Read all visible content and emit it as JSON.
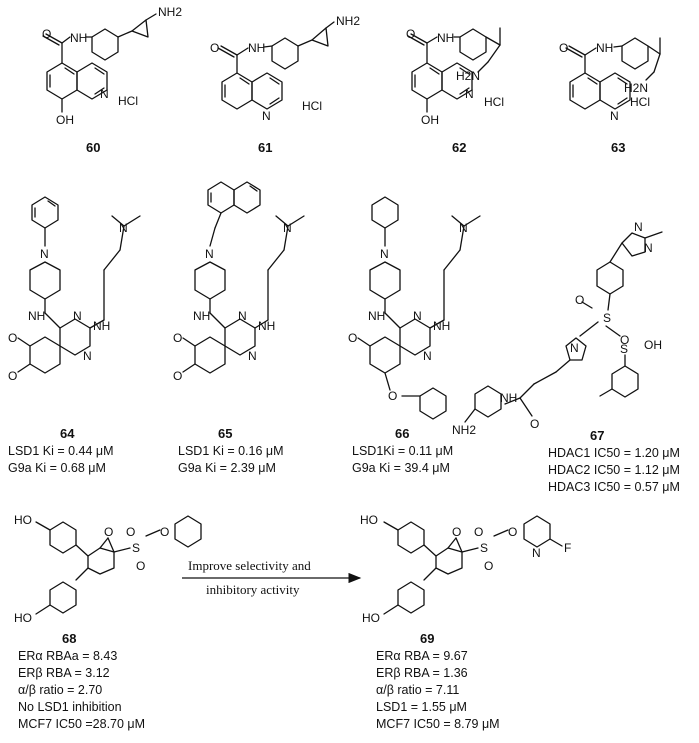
{
  "atoms": {
    "nh2": "NH2",
    "nh": "NH",
    "n": "N",
    "o": "O",
    "oh": "OH",
    "h2n": "H2N",
    "ho": "HO",
    "hcl": "HCl",
    "s": "S",
    "h": "H",
    "f": "F"
  },
  "compounds": {
    "c60": "60",
    "c61": "61",
    "c62": "62",
    "c63": "63",
    "c64": "64",
    "c65": "65",
    "c66": "66",
    "c67": "67",
    "c68": "68",
    "c69": "69"
  },
  "properties": {
    "c64": [
      "LSD1 Ki = 0.44 μM",
      "G9a Ki = 0.68 μM"
    ],
    "c65": [
      "LSD1 Ki = 0.16 μM",
      "G9a Ki = 2.39 μM"
    ],
    "c66": [
      "LSD1Ki = 0.11 μM",
      "G9a Ki = 39.4 μM"
    ],
    "c67": [
      "HDAC1 IC50 = 1.20 μM",
      "HDAC2 IC50 = 1.12 μM",
      "HDAC3 IC50 = 0.57 μM"
    ],
    "c68": [
      "ERα RBAa = 8.43",
      "ERβ RBA = 3.12",
      "α/β ratio = 2.70",
      "No LSD1 inhibition",
      "MCF7 IC50 =28.70 μM"
    ],
    "c69": [
      "ERα RBA = 9.67",
      "ERβ RBA = 1.36",
      "α/β ratio = 7.11",
      "LSD1 = 1.55 μM",
      "MCF7 IC50 = 8.79 μM"
    ]
  },
  "arrow": {
    "line1": "Improve selectivity and",
    "line2": "inhibitory activity"
  }
}
